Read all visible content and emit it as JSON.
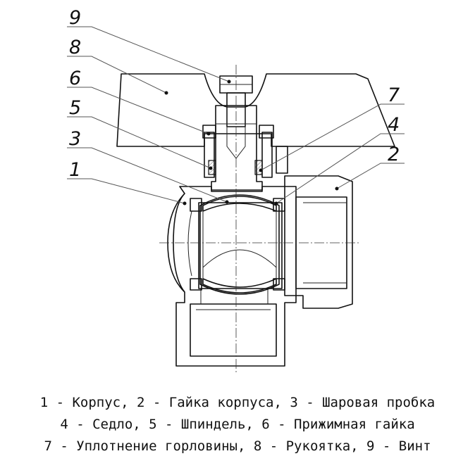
{
  "callouts": [
    "9",
    "8",
    "6",
    "5",
    "3",
    "1",
    "7",
    "4",
    "2"
  ],
  "legend": [
    "1 - Корпус, 2 - Гайка корпуса, 3 - Шаровая пробка",
    "4 - Седло, 5 - Шпиндель, 6 - Прижимная гайка",
    "7 - Уплотнение горловины, 8 - Рукоятка, 9 - Винт"
  ]
}
